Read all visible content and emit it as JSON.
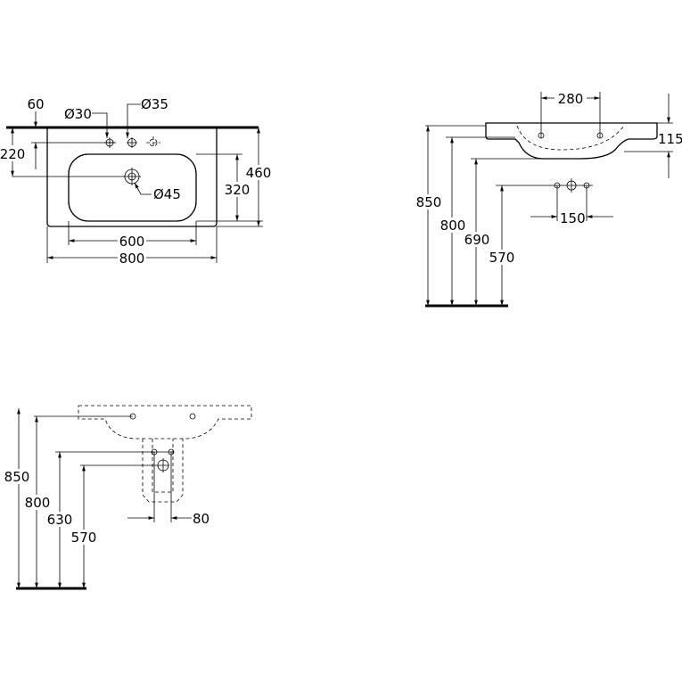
{
  "top_view": {
    "d60": "60",
    "d30": "Ø30",
    "d35": "Ø35",
    "d220": "220",
    "d460": "460",
    "d320": "320",
    "d45": "Ø45",
    "d600": "600",
    "d800": "800"
  },
  "side_view": {
    "d280": "280",
    "d115": "115",
    "d850": "850",
    "d800": "800",
    "d690": "690",
    "d570": "570",
    "d150": "150"
  },
  "front_view": {
    "d850": "850",
    "d800": "800",
    "d630": "630",
    "d570": "570",
    "d80": "80"
  }
}
